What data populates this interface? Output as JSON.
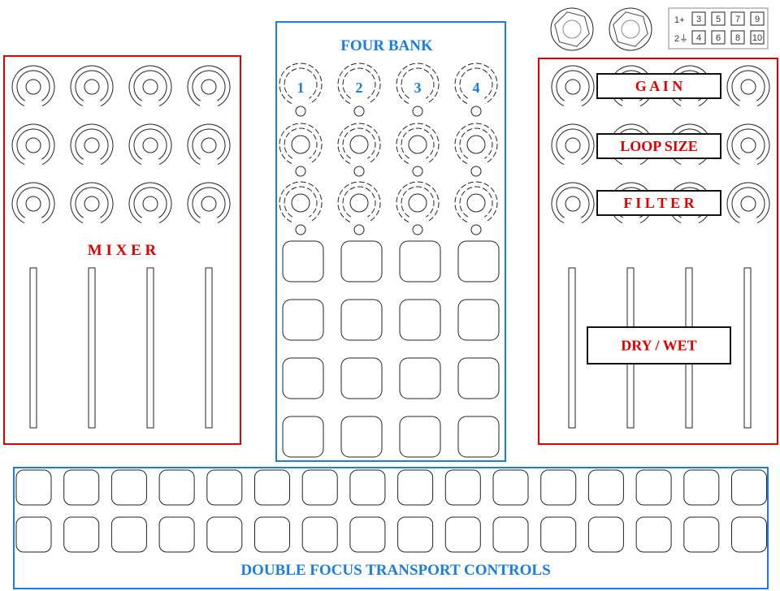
{
  "panels": {
    "mixer": {
      "label": "M I X E R",
      "color": "#e00000"
    },
    "four_bank": {
      "label": "FOUR BANK",
      "color": "#1a7ee0",
      "knob_numbers": [
        "1",
        "2",
        "3",
        "4"
      ]
    },
    "fx": {
      "color": "#e00000",
      "labels": {
        "gain": "G A I N",
        "loop_size": "LOOP SIZE",
        "filter": "F I L T E R",
        "dry_wet": "DRY / WET"
      }
    },
    "transport": {
      "label": "DOUBLE FOCUS TRANSPORT CONTROLS",
      "color": "#1a7ee0"
    }
  },
  "io_panel": {
    "row1_label": "1+",
    "row2_label": "2⏚",
    "row1": [
      "3",
      "5",
      "7",
      "9"
    ],
    "row2": [
      "4",
      "6",
      "8",
      "10"
    ]
  }
}
